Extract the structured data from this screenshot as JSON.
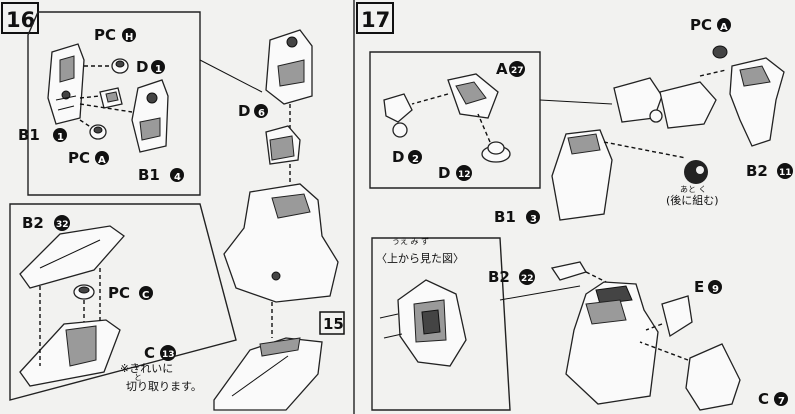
{
  "steps": {
    "s16": "16",
    "s17": "17",
    "s15": "15"
  },
  "labels": {
    "pc_h": "PC",
    "pc_h_circ": "H",
    "d1": "D",
    "d1_circ": "1",
    "b1_1": "B1",
    "b1_1_circ": "1",
    "pc_a_left": "PC",
    "pc_a_left_circ": "A",
    "b1_4": "B1",
    "b1_4_circ": "4",
    "d6": "D",
    "d6_circ": "6",
    "b2_32": "B2",
    "b2_32_circ": "32",
    "pc_c": "PC",
    "pc_c_circ": "C",
    "c13": "C",
    "c13_circ": "13",
    "note_line1": "※きれいに",
    "note_line2": "切り取ります。",
    "note_ruby1": "と",
    "a27": "A",
    "a27_circ": "27",
    "d2": "D",
    "d2_circ": "2",
    "d12": "D",
    "d12_circ": "12",
    "pc_a_right": "PC",
    "pc_a_right_circ": "A",
    "b2_11": "B2",
    "b2_11_circ": "11",
    "b1_3": "B1",
    "b1_3_circ": "3",
    "rear_note": "(後に組む)",
    "rear_ruby": "あと く",
    "view_from_top": "〈上から見た図〉",
    "view_ruby": "うえ み ず",
    "b2_22": "B2",
    "b2_22_circ": "22",
    "e9": "E",
    "e9_circ": "9",
    "c7": "C",
    "c7_circ": "7"
  }
}
